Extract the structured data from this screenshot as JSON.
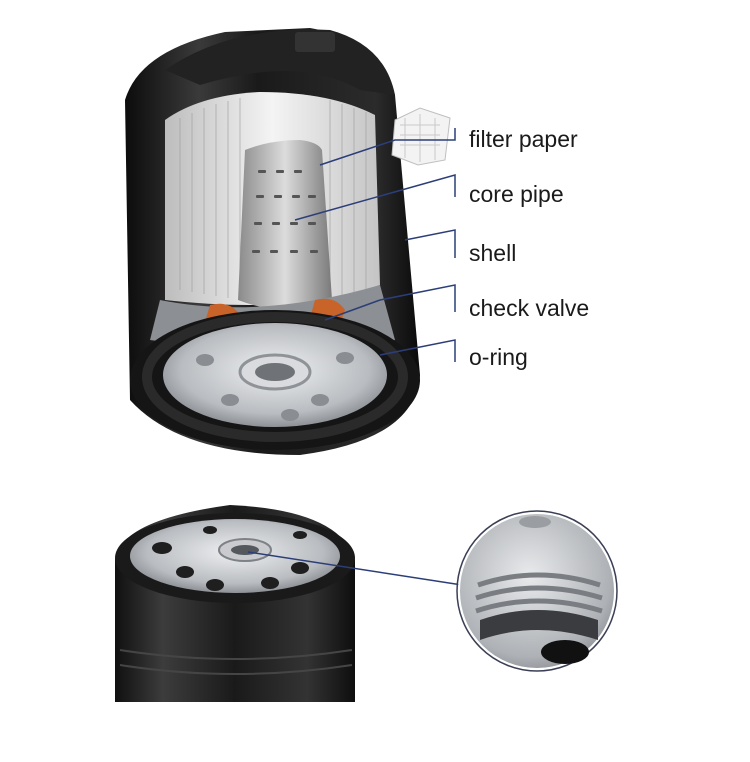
{
  "callouts": {
    "filter_paper": "filter paper",
    "core_pipe": "core pipe",
    "shell": "shell",
    "check_valve": "check valve",
    "o_ring": "o-ring"
  },
  "colors": {
    "shell": "#1e1e1e",
    "filter_paper": "#e8e8e8",
    "check_valve": "#c8642a",
    "leader_line": "#2c3e78",
    "base_plate": "#c9ccd0"
  }
}
